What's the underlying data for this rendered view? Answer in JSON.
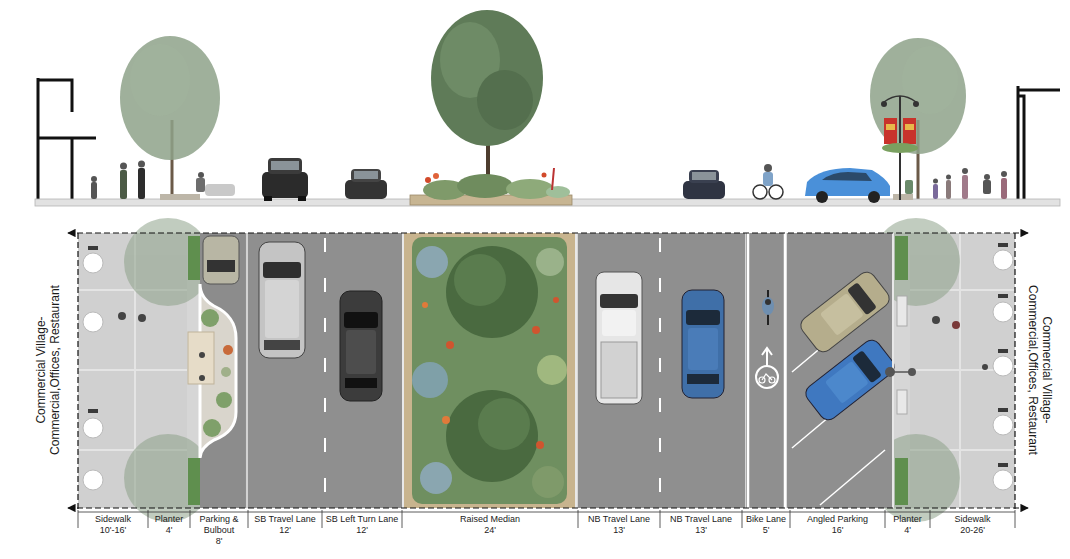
{
  "diagram": {
    "labels": [
      "Commercial Village- Commercial,Offices, Restaurant",
      "Commercial Village- Commercial,Offices, Restaurant",
      "Sidewalk",
      "10'-16'",
      "Planter",
      "4'",
      "Parking & Bulbout",
      "8'",
      "SB Travel Lane",
      "12'",
      "SB Left Turn Lane",
      "12'",
      "Raised Median",
      "24'",
      "NB Travel Lane",
      "13'",
      "NB Travel Lane",
      "13'",
      "Bike Lane",
      "5'",
      "Angled Parking",
      "16'",
      "Planter",
      "4'",
      "Sidewalk",
      "20-26'"
    ]
  }
}
